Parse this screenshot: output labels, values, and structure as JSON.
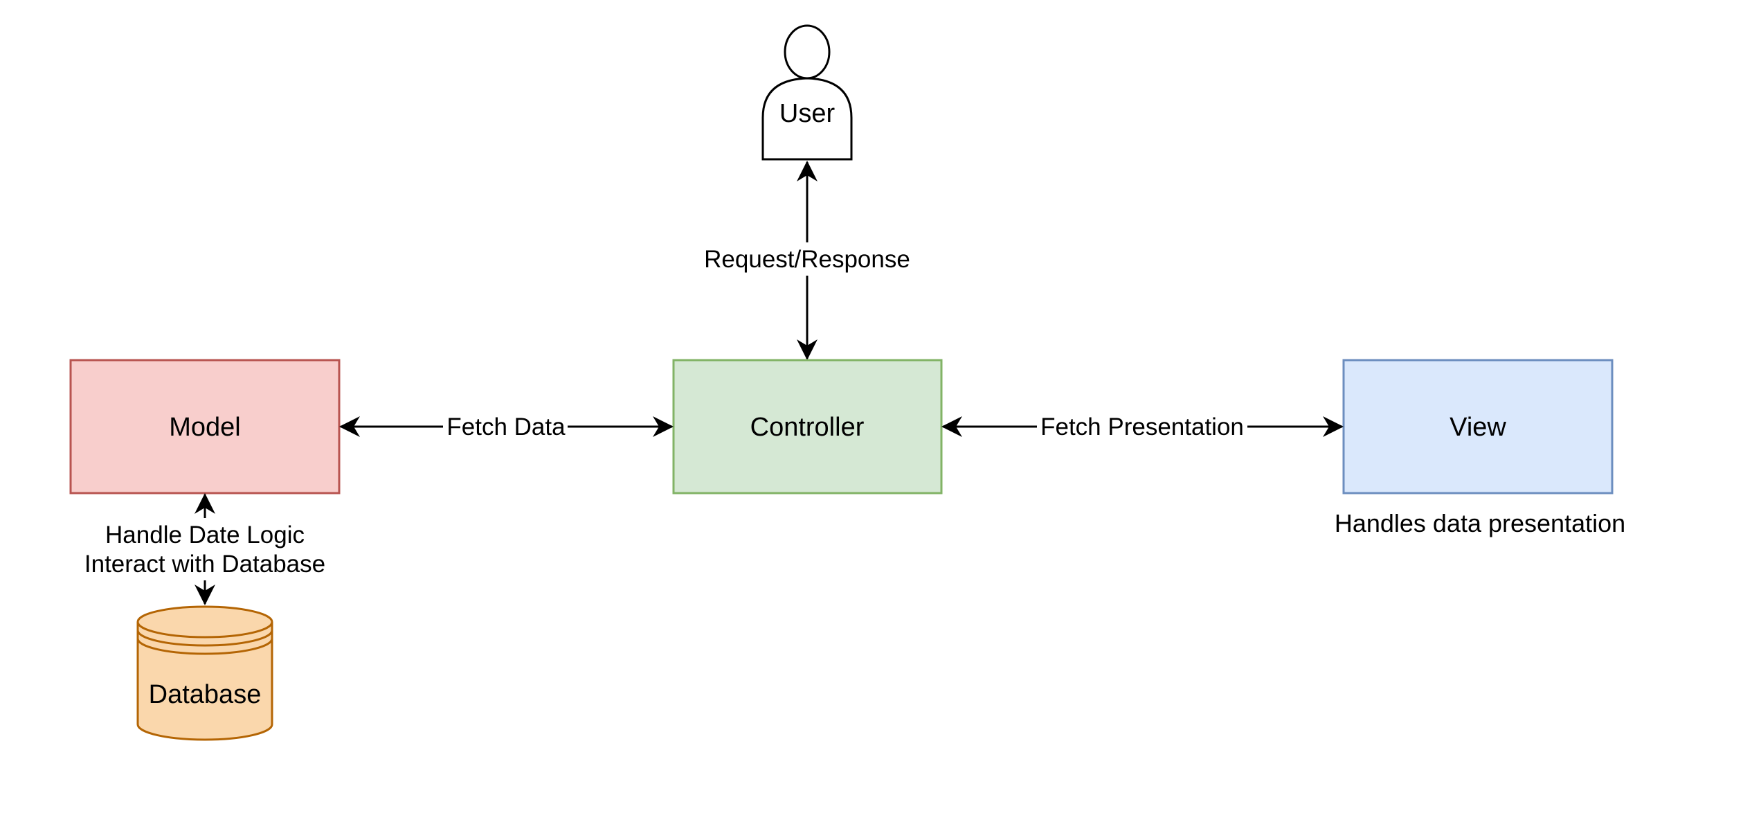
{
  "diagram": {
    "nodes": {
      "user": {
        "label": "User",
        "stroke": "#000000",
        "fill": "#ffffff"
      },
      "controller": {
        "label": "Controller",
        "stroke": "#82b366",
        "fill": "#d5e8d4"
      },
      "model": {
        "label": "Model",
        "stroke": "#b85450",
        "fill": "#f8cecc"
      },
      "view": {
        "label": "View",
        "stroke": "#6c8ebf",
        "fill": "#dae8fc"
      },
      "database": {
        "label": "Database",
        "stroke": "#b46504",
        "fill": "#fad7ac"
      }
    },
    "edges": {
      "user_controller": {
        "label": "Request/Response"
      },
      "model_controller": {
        "label": "Fetch Data"
      },
      "controller_view": {
        "label": "Fetch Presentation"
      },
      "model_database": {
        "label_line1": "Handle Date Logic",
        "label_line2": "Interact with Database"
      }
    },
    "notes": {
      "view_note": "Handles data presentation"
    }
  }
}
